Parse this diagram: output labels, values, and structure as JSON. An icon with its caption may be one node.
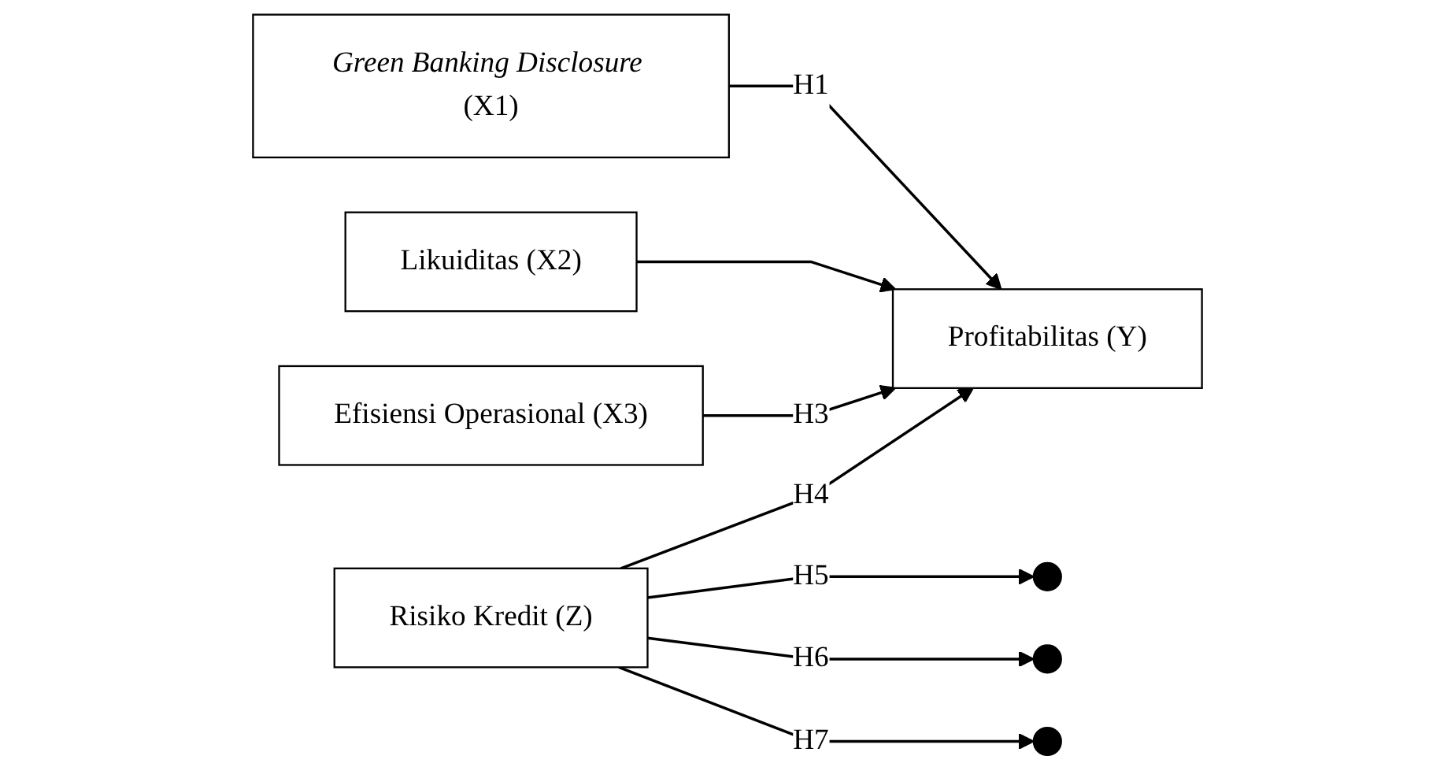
{
  "diagram": {
    "nodes": [
      {
        "text": [
          "*Green Banking Disclosure* (X1)"
        ]
      },
      {
        "text": [
          "Likuiditas (X2)"
        ]
      },
      {
        "text": [
          "Efisiensi Operasional (X3)"
        ]
      },
      {
        "text": [
          "Profitabilitas (Y)"
        ]
      },
      {
        "text": [
          "Risiko Kredit (Z)"
        ]
      }
    ],
    "edges": [
      {
        "from": 0,
        "to": 3,
        "arrow": "to",
        "label": "H1"
      },
      {
        "from": 1,
        "to": 3,
        "arrow": "to"
      },
      {
        "from": 2,
        "to": 3,
        "arrow": "to",
        "label": "H3"
      },
      {
        "from": 4,
        "to": 3,
        "arrow": "to",
        "label": "H4"
      },
      {
        "from": 4,
        "to": null,
        "arrow": "to",
        "label": "H5"
      },
      {
        "from": 4,
        "to": null,
        "arrow": "to",
        "label": "H6"
      },
      {
        "from": 4,
        "to": null,
        "arrow": "to",
        "label": "H7"
      }
    ]
  }
}
